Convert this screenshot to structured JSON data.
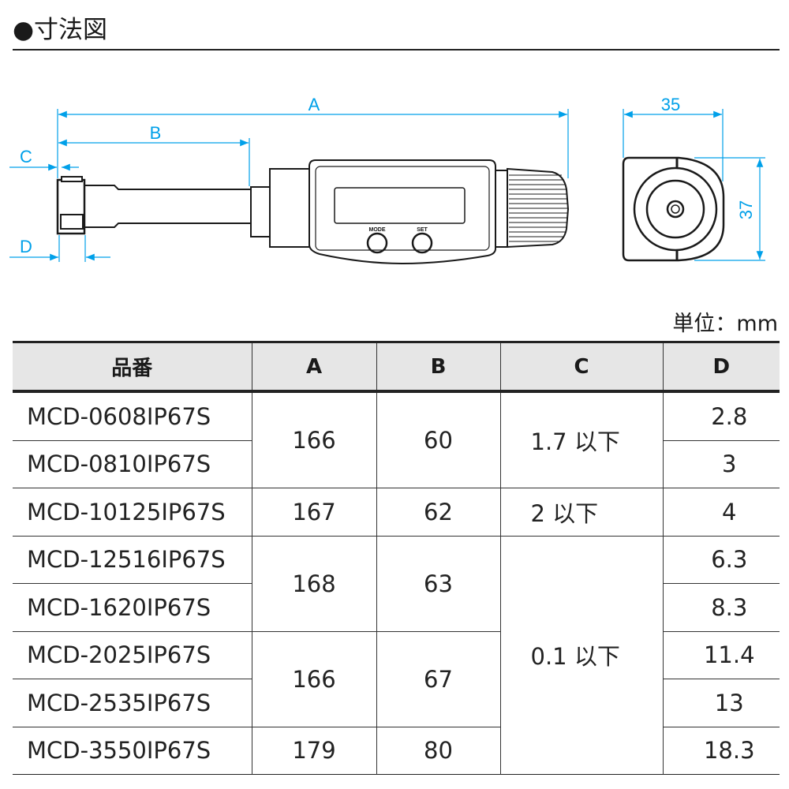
{
  "section_title": "●寸法図",
  "drawing": {
    "labels": {
      "A": "A",
      "B": "B",
      "C": "C",
      "D": "D",
      "width": "35",
      "height": "37",
      "mode_button": "MODE",
      "set_button": "SET"
    },
    "dimension_color": "#00a0e9"
  },
  "unit_label": "単位：mm",
  "table": {
    "headers": [
      "品番",
      "A",
      "B",
      "C",
      "D"
    ],
    "rows": [
      {
        "name": "MCD-0608IP67S",
        "A": "166",
        "B": "60",
        "C": "1.7 以下",
        "D": "2.8"
      },
      {
        "name": "MCD-0810IP67S",
        "D": "3"
      },
      {
        "name": "MCD-10125IP67S",
        "A": "167",
        "B": "62",
        "C": "2 以下",
        "D": "4"
      },
      {
        "name": "MCD-12516IP67S",
        "A": "168",
        "B": "63",
        "C": "0.1 以下",
        "D": "6.3"
      },
      {
        "name": "MCD-1620IP67S",
        "D": "8.3"
      },
      {
        "name": "MCD-2025IP67S",
        "A": "166",
        "B": "67",
        "D": "11.4"
      },
      {
        "name": "MCD-2535IP67S",
        "D": "13"
      },
      {
        "name": "MCD-3550IP67S",
        "A": "179",
        "B": "80",
        "D": "18.3"
      }
    ]
  }
}
